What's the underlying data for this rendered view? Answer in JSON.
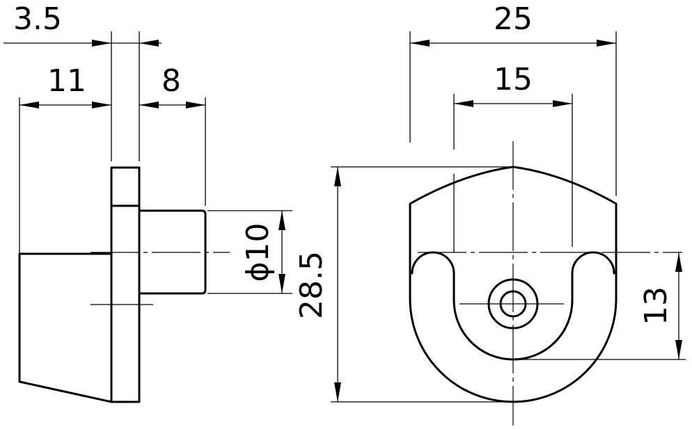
{
  "drawing": {
    "side_view": {
      "dimensions": {
        "flange_thickness": "3.5",
        "body_length": "11",
        "boss_length": "8",
        "boss_diameter": "ϕ10"
      }
    },
    "front_view": {
      "dimensions": {
        "overall_width": "25",
        "slot_width": "15",
        "overall_height": "28.5",
        "slot_center_height": "13"
      }
    }
  }
}
